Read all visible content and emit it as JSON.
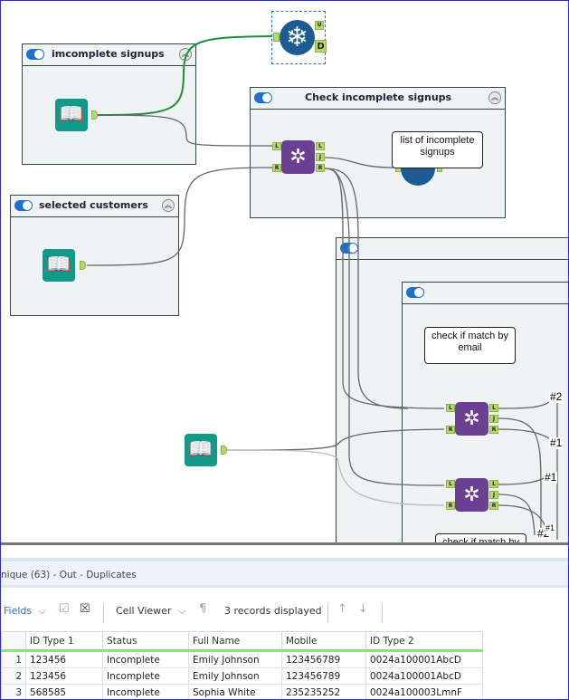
{
  "canvas": {
    "containers": [
      {
        "id": "incomplete",
        "title": "imcomplete signups",
        "enabled": true,
        "collapse_icon": "chevron-up-icon"
      },
      {
        "id": "check",
        "title": "Check incomplete signups",
        "enabled": true,
        "collapse_icon": "chevron-up-icon"
      },
      {
        "id": "selected",
        "title": "selected customers",
        "enabled": true,
        "collapse_icon": "chevron-up-icon"
      },
      {
        "id": "outer",
        "title": "",
        "enabled": true
      },
      {
        "id": "inner",
        "title": "",
        "enabled": true
      }
    ],
    "tools": {
      "unique": {
        "icon": "snowflake-icon",
        "anchors": {
          "in": "",
          "u": "U",
          "d": "D"
        },
        "selected": true
      },
      "join_top": {
        "icon": "join-icon",
        "anchors": {
          "l_in": "L",
          "r_in": "R",
          "l_out": "L",
          "j_out": "J",
          "r_out": "R"
        }
      },
      "join_mid": {
        "icon": "join-icon",
        "anchors": {
          "l_in": "L",
          "r_in": "R",
          "l_out": "L",
          "j_out": "J",
          "r_out": "R"
        }
      },
      "join_bot": {
        "icon": "join-icon",
        "anchors": {
          "l_in": "L",
          "r_in": "R",
          "l_out": "L",
          "j_out": "J",
          "r_out": "R"
        }
      },
      "input_incomplete": {
        "icon": "book-input-icon"
      },
      "input_selected": {
        "icon": "book-input-icon"
      },
      "input_other": {
        "icon": "book-input-icon"
      }
    },
    "comments": {
      "list_incomplete": "list of incomplete signups",
      "match_email": "check if match by email",
      "match_bottom": "check if match by"
    },
    "wire_labels": [
      "#2",
      "#1",
      "#1",
      "#2",
      "#1"
    ]
  },
  "results": {
    "title": "nique (63) - Out - Duplicates",
    "toolbar": {
      "fields_label": "Fields",
      "cell_viewer_label": "Cell Viewer",
      "records_text": "3 records displayed"
    },
    "columns": [
      "ID Type 1",
      "Status",
      "Full Name",
      "Mobile",
      "ID Type 2"
    ],
    "rows": [
      {
        "n": "1",
        "cells": [
          "123456",
          "Incomplete",
          "Emily Johnson",
          "123456789",
          "0024a100001AbcD"
        ]
      },
      {
        "n": "2",
        "cells": [
          "123456",
          "Incomplete",
          "Emily Johnson",
          "123456789",
          "0024a100001AbcD"
        ]
      },
      {
        "n": "3",
        "cells": [
          "568585",
          "Incomplete",
          "Sophia White",
          "235235252",
          "0024a100003LmnF"
        ]
      }
    ]
  },
  "colors": {
    "accent": "#1f6fd1",
    "join_purple": "#6b3f91",
    "input_teal": "#119a89",
    "unique_blue": "#1c5c93",
    "anchor_green": "#b5d86a",
    "selected_wire": "#1e8e3e"
  }
}
